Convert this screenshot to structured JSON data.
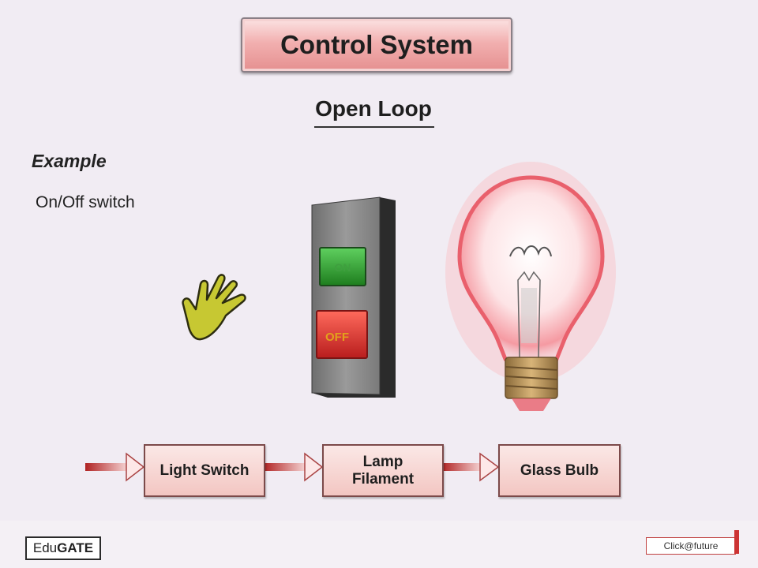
{
  "slide": {
    "title": "Control System",
    "subtitle": "Open Loop",
    "example_heading": "Example",
    "example_text": "On/Off switch"
  },
  "switch": {
    "on_label": "ON",
    "off_label": "OFF"
  },
  "flow": {
    "blocks": [
      "Light Switch",
      "Lamp Filament",
      "Glass Bulb"
    ]
  },
  "footer": {
    "left_logo_prefix": "Edu",
    "left_logo_suffix": "GATE",
    "right_logo": "Click@future"
  },
  "colors": {
    "accent_red": "#c23838",
    "block_fill": "#f3c6c2",
    "switch_on": "#2e9a2e",
    "switch_off": "#d62b2b",
    "hand": "#c7c832"
  }
}
